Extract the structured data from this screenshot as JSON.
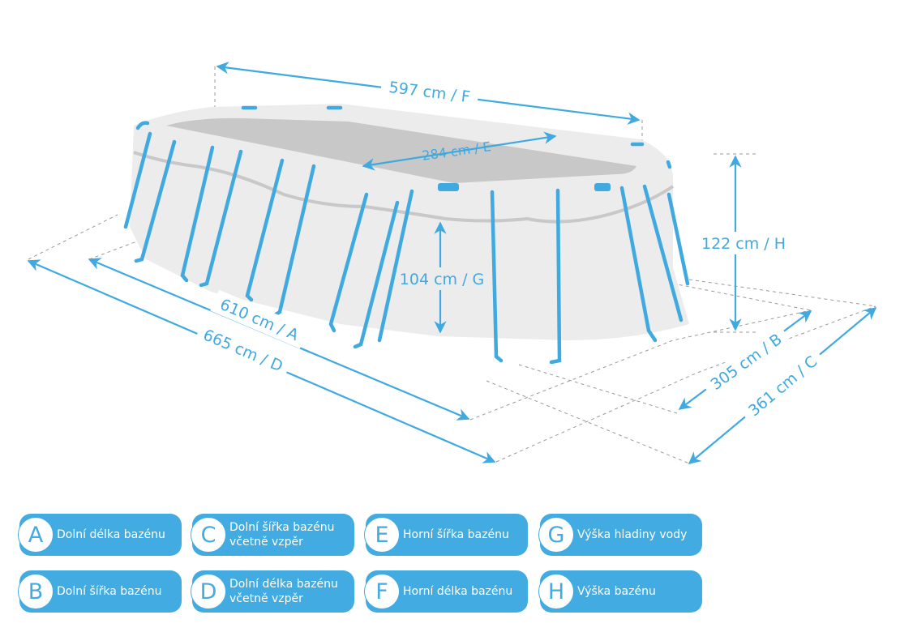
{
  "dimensions": {
    "A": "610 cm / A",
    "B": "305 cm / B",
    "C": "361 cm / C",
    "D": "665 cm / D",
    "E": "284 cm / E",
    "F": "597 cm / F",
    "G": "104 cm / G",
    "H": "122 cm / H"
  },
  "legend": [
    {
      "letter": "A",
      "text": "Dolní délka bazénu"
    },
    {
      "letter": "B",
      "text": "Dolní šířka bazénu"
    },
    {
      "letter": "C",
      "text": "Dolní šířka bazénu včetně vzpěr"
    },
    {
      "letter": "D",
      "text": "Dolní délka bazénu včetně vzpěr"
    },
    {
      "letter": "E",
      "text": "Horní šířka bazénu"
    },
    {
      "letter": "F",
      "text": "Horní délka bazénu"
    },
    {
      "letter": "G",
      "text": "Výška hladiny vody"
    },
    {
      "letter": "H",
      "text": "Výška bazénu"
    }
  ],
  "colors": {
    "accent": "#42abe1",
    "pool": "#ececec",
    "water": "#c8c8c8"
  }
}
